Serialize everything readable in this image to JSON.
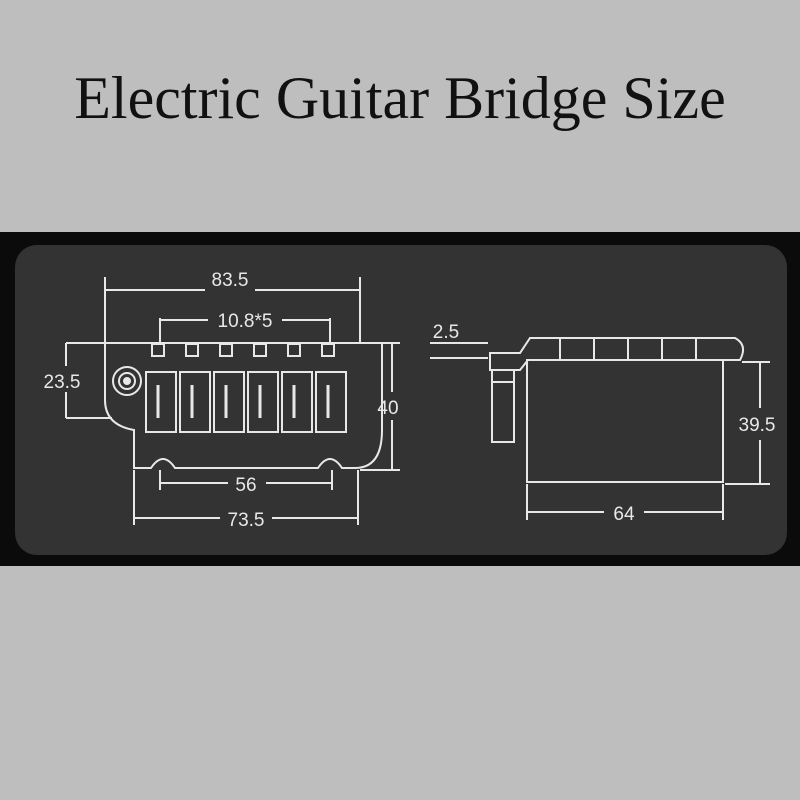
{
  "title": "Electric Guitar Bridge Size",
  "front_view": {
    "overall_width": "83.5",
    "saddle_spacing": "10.8*5",
    "post_height": "23.5",
    "height": "40",
    "cavity_width": "56",
    "base_width": "73.5"
  },
  "side_view": {
    "plate_thickness": "2.5",
    "block_height": "39.5",
    "block_width": "64"
  },
  "colors": {
    "page_background": "#bebebe",
    "band": "#0b0b0b",
    "panel": "#333333",
    "lines": "#e8e8e8"
  }
}
